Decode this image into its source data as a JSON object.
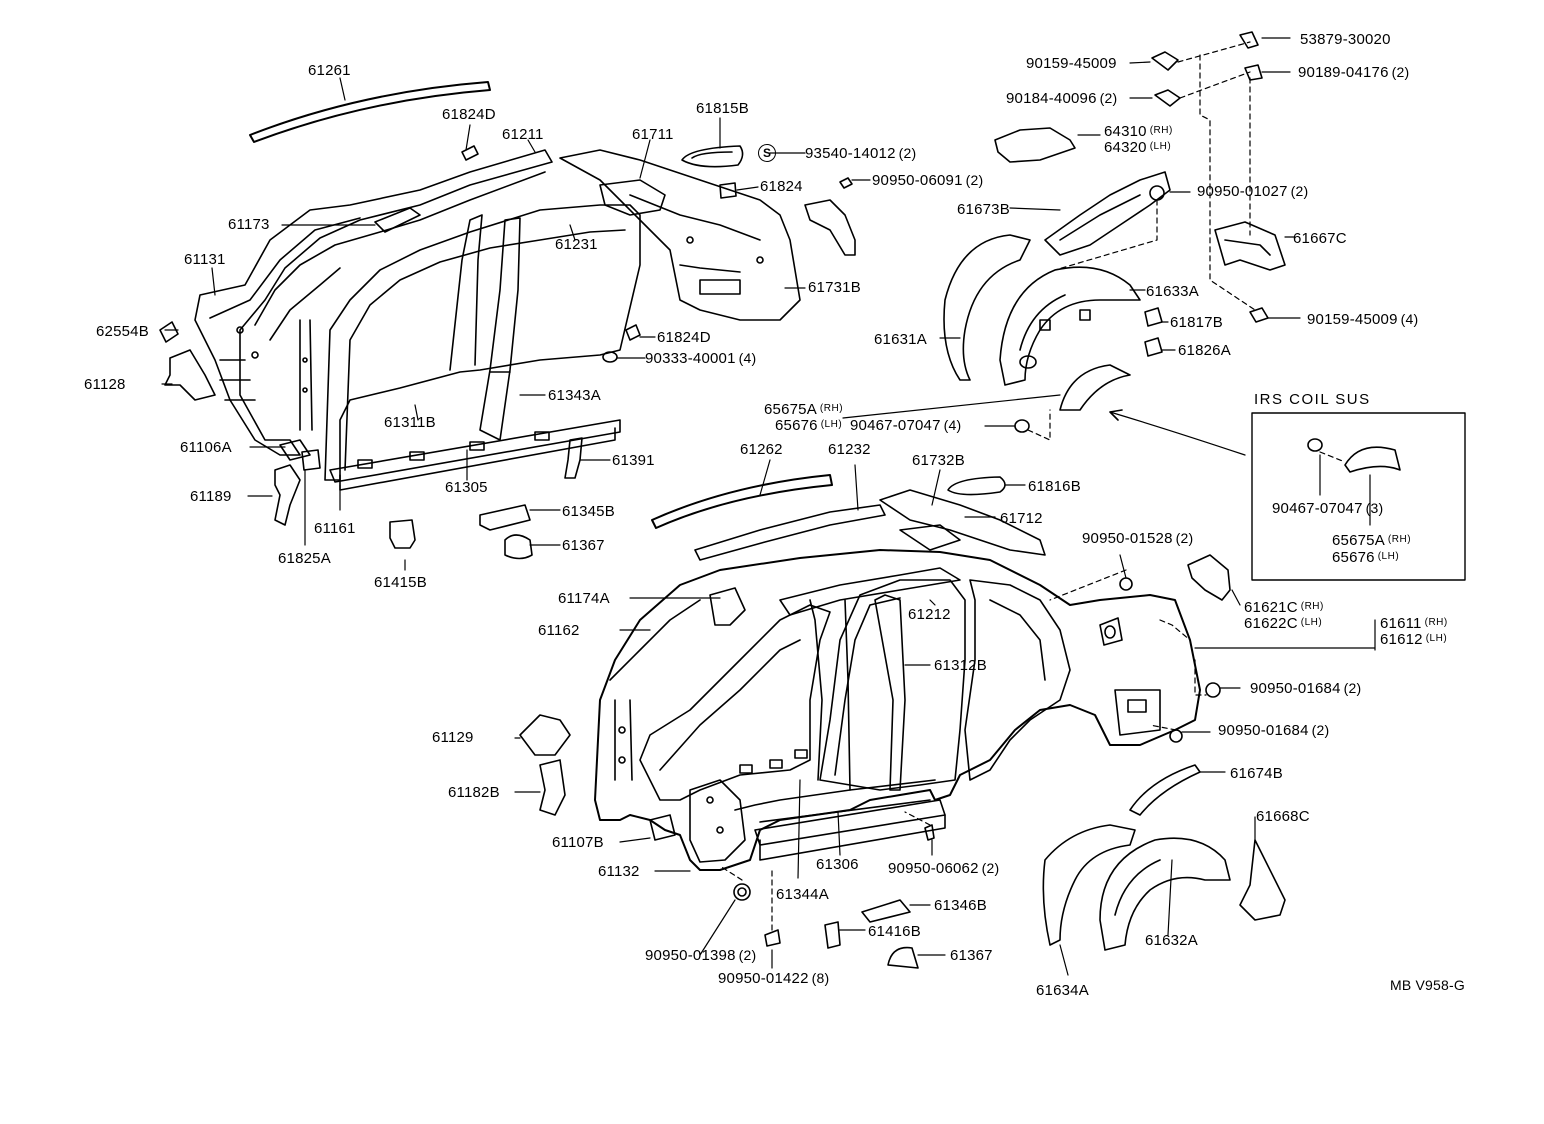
{
  "diagram": {
    "inset_title": "IRS COIL SUS",
    "ref_code": "MB V958-G",
    "service_mark": "S",
    "labels": [
      {
        "id": "61261",
        "num": "61261",
        "qty": "",
        "side": ""
      },
      {
        "id": "61824D_a",
        "num": "61824D",
        "qty": "",
        "side": ""
      },
      {
        "id": "61211",
        "num": "61211",
        "qty": "",
        "side": ""
      },
      {
        "id": "61711",
        "num": "61711",
        "qty": "",
        "side": ""
      },
      {
        "id": "61815B",
        "num": "61815B",
        "qty": "",
        "side": ""
      },
      {
        "id": "93540",
        "num": "93540-14012",
        "qty": "(2)",
        "side": ""
      },
      {
        "id": "61824",
        "num": "61824",
        "qty": "",
        "side": ""
      },
      {
        "id": "90950_06091",
        "num": "90950-06091",
        "qty": "(2)",
        "side": ""
      },
      {
        "id": "61173",
        "num": "61173",
        "qty": "",
        "side": ""
      },
      {
        "id": "61231",
        "num": "61231",
        "qty": "",
        "side": ""
      },
      {
        "id": "61131",
        "num": "61131",
        "qty": "",
        "side": ""
      },
      {
        "id": "61731B",
        "num": "61731B",
        "qty": "",
        "side": ""
      },
      {
        "id": "62554B",
        "num": "62554B",
        "qty": "",
        "side": ""
      },
      {
        "id": "61824D_b",
        "num": "61824D",
        "qty": "",
        "side": ""
      },
      {
        "id": "90333",
        "num": "90333-40001",
        "qty": "(4)",
        "side": ""
      },
      {
        "id": "61128",
        "num": "61128",
        "qty": "",
        "side": ""
      },
      {
        "id": "61343A",
        "num": "61343A",
        "qty": "",
        "side": ""
      },
      {
        "id": "61311B",
        "num": "61311B",
        "qty": "",
        "side": ""
      },
      {
        "id": "61106A",
        "num": "61106A",
        "qty": "",
        "side": ""
      },
      {
        "id": "61305",
        "num": "61305",
        "qty": "",
        "side": ""
      },
      {
        "id": "61391",
        "num": "61391",
        "qty": "",
        "side": ""
      },
      {
        "id": "61189",
        "num": "61189",
        "qty": "",
        "side": ""
      },
      {
        "id": "61161",
        "num": "61161",
        "qty": "",
        "side": ""
      },
      {
        "id": "61345B",
        "num": "61345B",
        "qty": "",
        "side": ""
      },
      {
        "id": "61825A",
        "num": "61825A",
        "qty": "",
        "side": ""
      },
      {
        "id": "61367_a",
        "num": "61367",
        "qty": "",
        "side": ""
      },
      {
        "id": "61415B",
        "num": "61415B",
        "qty": "",
        "side": ""
      },
      {
        "id": "53879",
        "num": "53879-30020",
        "qty": "",
        "side": ""
      },
      {
        "id": "90159_a",
        "num": "90159-45009",
        "qty": "",
        "side": ""
      },
      {
        "id": "90189",
        "num": "90189-04176",
        "qty": "(2)",
        "side": ""
      },
      {
        "id": "90184",
        "num": "90184-40096",
        "qty": "(2)",
        "side": ""
      },
      {
        "id": "64310",
        "num": "64310",
        "qty": "",
        "side": "(RH)"
      },
      {
        "id": "64320",
        "num": "64320",
        "qty": "",
        "side": "(LH)"
      },
      {
        "id": "90950_01027",
        "num": "90950-01027",
        "qty": "(2)",
        "side": ""
      },
      {
        "id": "61673B",
        "num": "61673B",
        "qty": "",
        "side": ""
      },
      {
        "id": "61667C",
        "num": "61667C",
        "qty": "",
        "side": ""
      },
      {
        "id": "61633A",
        "num": "61633A",
        "qty": "",
        "side": ""
      },
      {
        "id": "61631A",
        "num": "61631A",
        "qty": "",
        "side": ""
      },
      {
        "id": "61817B",
        "num": "61817B",
        "qty": "",
        "side": ""
      },
      {
        "id": "90159_b",
        "num": "90159-45009",
        "qty": "(4)",
        "side": ""
      },
      {
        "id": "61826A",
        "num": "61826A",
        "qty": "",
        "side": ""
      },
      {
        "id": "65675A_top",
        "num": "65675A",
        "qty": "",
        "side": "(RH)"
      },
      {
        "id": "65676_top",
        "num": "65676",
        "qty": "",
        "side": "(LH)"
      },
      {
        "id": "90467_a",
        "num": "90467-07047",
        "qty": "(4)",
        "side": ""
      },
      {
        "id": "90467_b",
        "num": "90467-07047",
        "qty": "(3)",
        "side": ""
      },
      {
        "id": "65675A_inset",
        "num": "65675A",
        "qty": "",
        "side": "(RH)"
      },
      {
        "id": "65676_inset",
        "num": "65676",
        "qty": "",
        "side": "(LH)"
      },
      {
        "id": "61262",
        "num": "61262",
        "qty": "",
        "side": ""
      },
      {
        "id": "61232",
        "num": "61232",
        "qty": "",
        "side": ""
      },
      {
        "id": "61732B",
        "num": "61732B",
        "qty": "",
        "side": ""
      },
      {
        "id": "61816B",
        "num": "61816B",
        "qty": "",
        "side": ""
      },
      {
        "id": "61712",
        "num": "61712",
        "qty": "",
        "side": ""
      },
      {
        "id": "90950_01528",
        "num": "90950-01528",
        "qty": "(2)",
        "side": ""
      },
      {
        "id": "61174A",
        "num": "61174A",
        "qty": "",
        "side": ""
      },
      {
        "id": "61162",
        "num": "61162",
        "qty": "",
        "side": ""
      },
      {
        "id": "61212",
        "num": "61212",
        "qty": "",
        "side": ""
      },
      {
        "id": "61621C",
        "num": "61621C",
        "qty": "",
        "side": "(RH)"
      },
      {
        "id": "61622C",
        "num": "61622C",
        "qty": "",
        "side": "(LH)"
      },
      {
        "id": "61611",
        "num": "61611",
        "qty": "",
        "side": "(RH)"
      },
      {
        "id": "61612",
        "num": "61612",
        "qty": "",
        "side": "(LH)"
      },
      {
        "id": "61312B",
        "num": "61312B",
        "qty": "",
        "side": ""
      },
      {
        "id": "90950_01684_a",
        "num": "90950-01684",
        "qty": "(2)",
        "side": ""
      },
      {
        "id": "61129",
        "num": "61129",
        "qty": "",
        "side": ""
      },
      {
        "id": "90950_01684_b",
        "num": "90950-01684",
        "qty": "(2)",
        "side": ""
      },
      {
        "id": "61182B",
        "num": "61182B",
        "qty": "",
        "side": ""
      },
      {
        "id": "61674B",
        "num": "61674B",
        "qty": "",
        "side": ""
      },
      {
        "id": "61668C",
        "num": "61668C",
        "qty": "",
        "side": ""
      },
      {
        "id": "61107B",
        "num": "61107B",
        "qty": "",
        "side": ""
      },
      {
        "id": "61306",
        "num": "61306",
        "qty": "",
        "side": ""
      },
      {
        "id": "90950_06062",
        "num": "90950-06062",
        "qty": "(2)",
        "side": ""
      },
      {
        "id": "61132",
        "num": "61132",
        "qty": "",
        "side": ""
      },
      {
        "id": "61344A",
        "num": "61344A",
        "qty": "",
        "side": ""
      },
      {
        "id": "61346B",
        "num": "61346B",
        "qty": "",
        "side": ""
      },
      {
        "id": "61632A",
        "num": "61632A",
        "qty": "",
        "side": ""
      },
      {
        "id": "61416B",
        "num": "61416B",
        "qty": "",
        "side": ""
      },
      {
        "id": "90950_01398",
        "num": "90950-01398",
        "qty": "(2)",
        "side": ""
      },
      {
        "id": "61367_b",
        "num": "61367",
        "qty": "",
        "side": ""
      },
      {
        "id": "90950_01422",
        "num": "90950-01422",
        "qty": "(8)",
        "side": ""
      },
      {
        "id": "61634A",
        "num": "61634A",
        "qty": "",
        "side": ""
      }
    ]
  }
}
